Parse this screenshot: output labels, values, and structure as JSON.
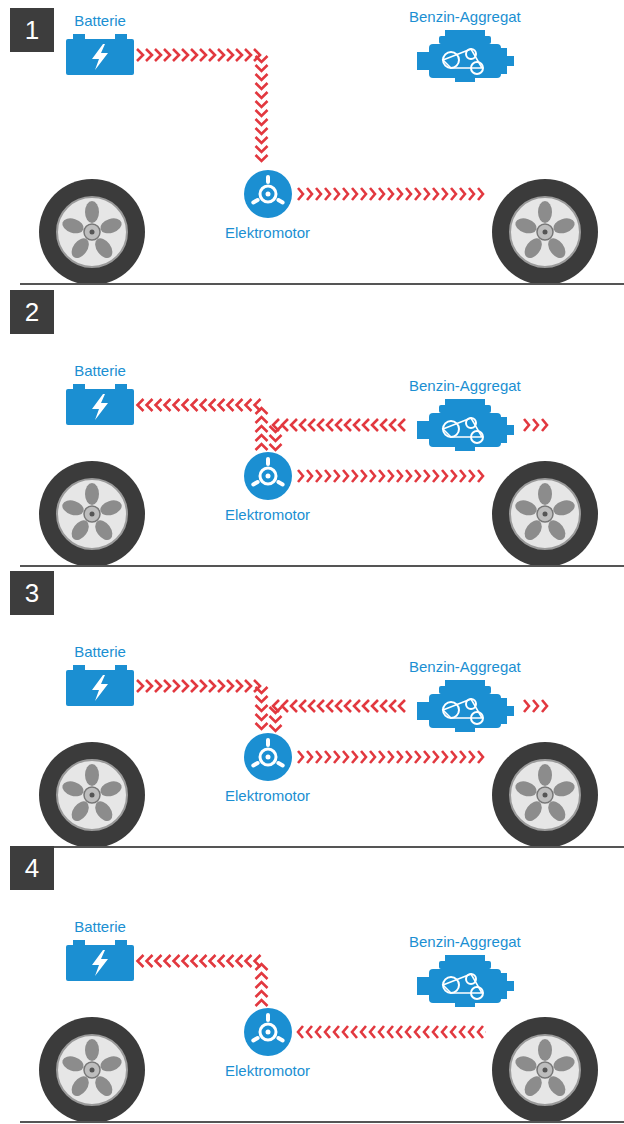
{
  "diagram": {
    "nodes": [
      {
        "text": [
          "1"
        ]
      },
      {
        "text": [
          "Batterie"
        ]
      },
      {
        "text": [
          "Benzin-Aggregat"
        ]
      },
      {
        "text": [
          "Elektromotor"
        ]
      },
      {
        "text": [
          "2"
        ]
      },
      {
        "text": [
          "Batterie"
        ]
      },
      {
        "text": [
          "Benzin-Aggregat"
        ]
      },
      {
        "text": [
          "Elektromotor"
        ]
      },
      {
        "text": [
          "3"
        ]
      },
      {
        "text": [
          "Batterie"
        ]
      },
      {
        "text": [
          "Benzin-Aggregat"
        ]
      },
      {
        "text": [
          "Elektromotor"
        ]
      },
      {
        "text": [
          "4"
        ]
      },
      {
        "text": [
          "Batterie"
        ]
      },
      {
        "text": [
          "Benzin-Aggregat"
        ]
      },
      {
        "text": [
          "Elektromotor"
        ]
      }
    ],
    "edges": [
      {
        "from": 1,
        "to": 3,
        "arrow": "to"
      },
      {
        "from": 7,
        "to": 5,
        "arrow": "to"
      },
      {
        "from": 6,
        "to": 7,
        "arrow": "to"
      },
      {
        "from": 9,
        "to": 11,
        "arrow": "to"
      },
      {
        "from": 10,
        "to": 11,
        "arrow": "to"
      },
      {
        "from": 15,
        "to": 13,
        "arrow": "to"
      }
    ]
  }
}
